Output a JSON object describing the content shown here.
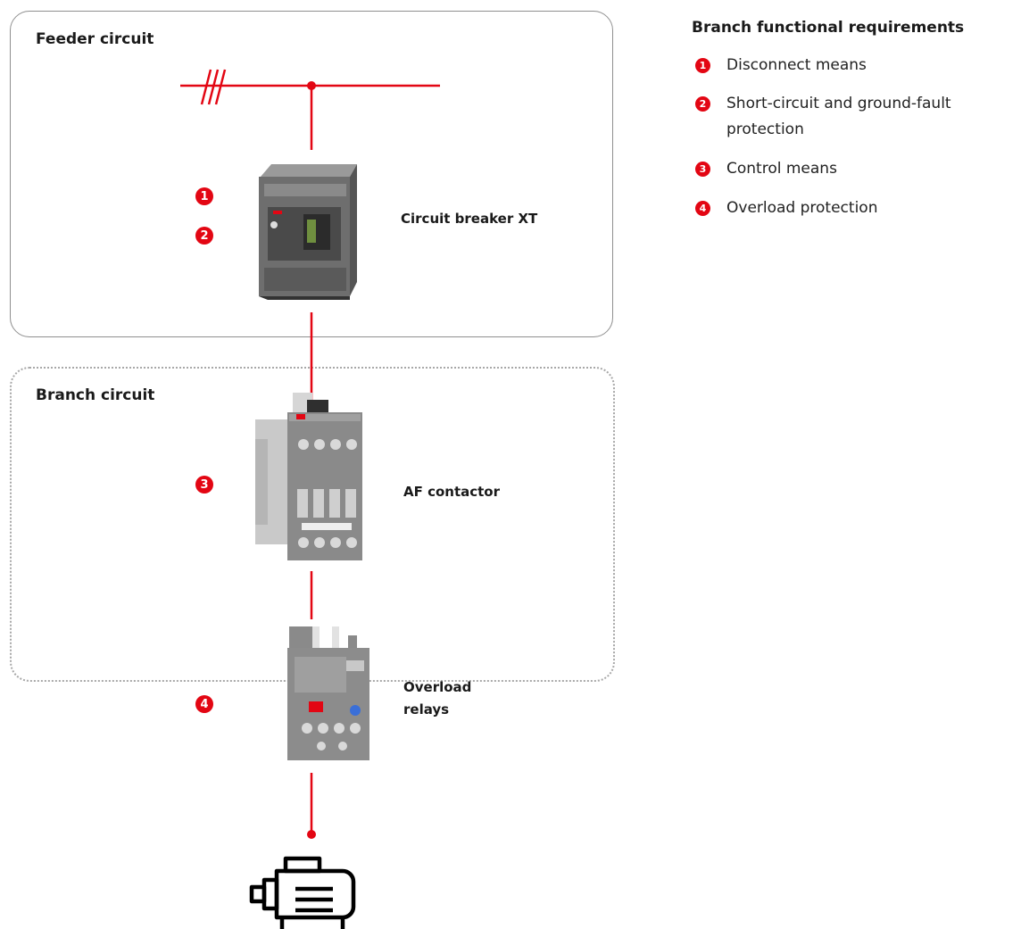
{
  "feeder": {
    "title": "Feeder circuit"
  },
  "branch": {
    "title": "Branch circuit"
  },
  "devices": {
    "breaker": {
      "label": "Circuit breaker XT",
      "badges": [
        "1",
        "2"
      ]
    },
    "contactor": {
      "label": "AF contactor",
      "badge": "3"
    },
    "overload": {
      "label": "Overload\nrelays",
      "label_line1": "Overload",
      "label_line2": "relays",
      "badge": "4"
    }
  },
  "requirements": {
    "title": "Branch functional requirements",
    "items": [
      {
        "num": "1",
        "text": "Disconnect means"
      },
      {
        "num": "2",
        "text_line1": "Short-circuit and ground-fault",
        "text_line2": "protection"
      },
      {
        "num": "3",
        "text": "Control means"
      },
      {
        "num": "4",
        "text": "Overload protection"
      }
    ]
  },
  "colors": {
    "accent": "#e30613",
    "device_gray": "#7a7a7a",
    "frame_gray": "#8f8f8f"
  },
  "icons": {
    "motor": "motor-icon",
    "three_phase": "three-phase-icon"
  }
}
